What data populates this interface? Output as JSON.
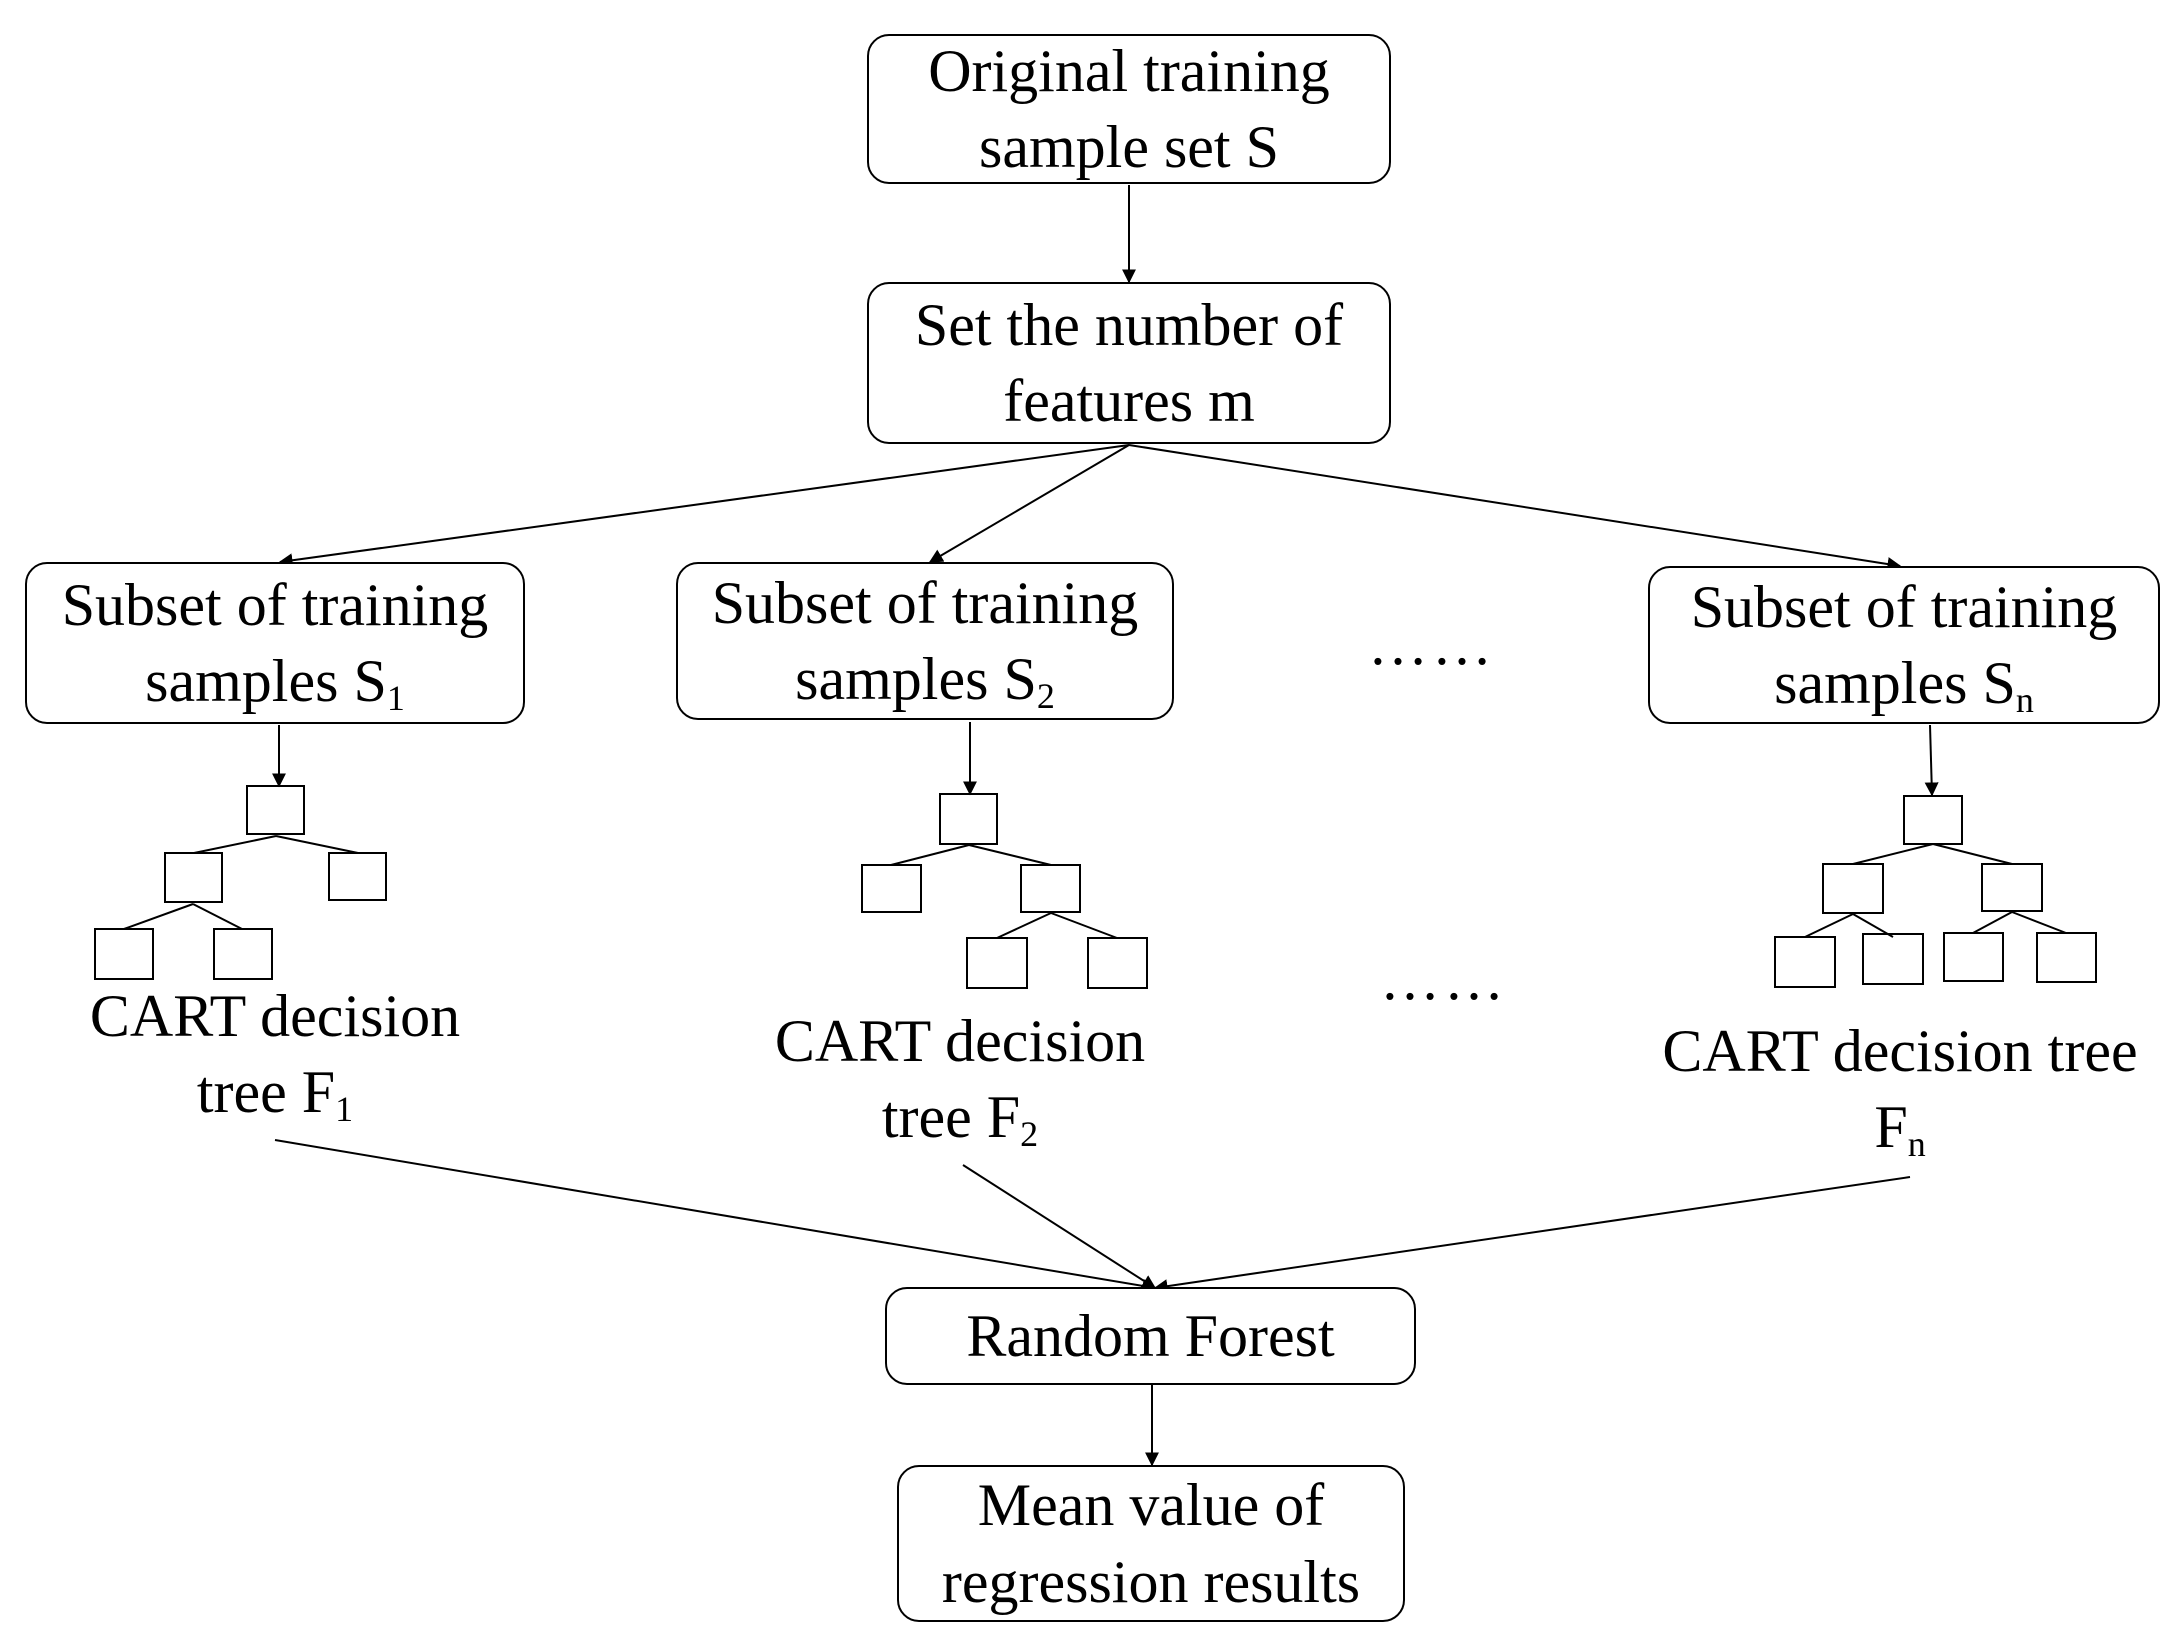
{
  "nodes": {
    "original": {
      "line1": "Original training",
      "line2": "sample set S"
    },
    "set_features": {
      "line1": "Set the number of",
      "line2": "features m"
    },
    "subset1": {
      "line1": "Subset of training",
      "line2": "samples S",
      "sub": "1"
    },
    "subset2": {
      "line1": "Subset of training",
      "line2": "samples S",
      "sub": "2"
    },
    "subsetn": {
      "line1": "Subset of training",
      "line2": "samples S",
      "sub": "n"
    },
    "random_forest": {
      "line1": "Random Forest"
    },
    "mean": {
      "line1": "Mean value of",
      "line2": "regression results"
    }
  },
  "trees": {
    "tree1": {
      "line1": "CART decision",
      "line2": "tree  F",
      "sub": "1"
    },
    "tree2": {
      "line1": "CART decision",
      "line2": "tree  F",
      "sub": "2"
    },
    "treen": {
      "line1": "CART decision tree",
      "line2": "F",
      "sub": "n"
    }
  },
  "ellipsis": {
    "top": "……",
    "bottom": "……"
  }
}
